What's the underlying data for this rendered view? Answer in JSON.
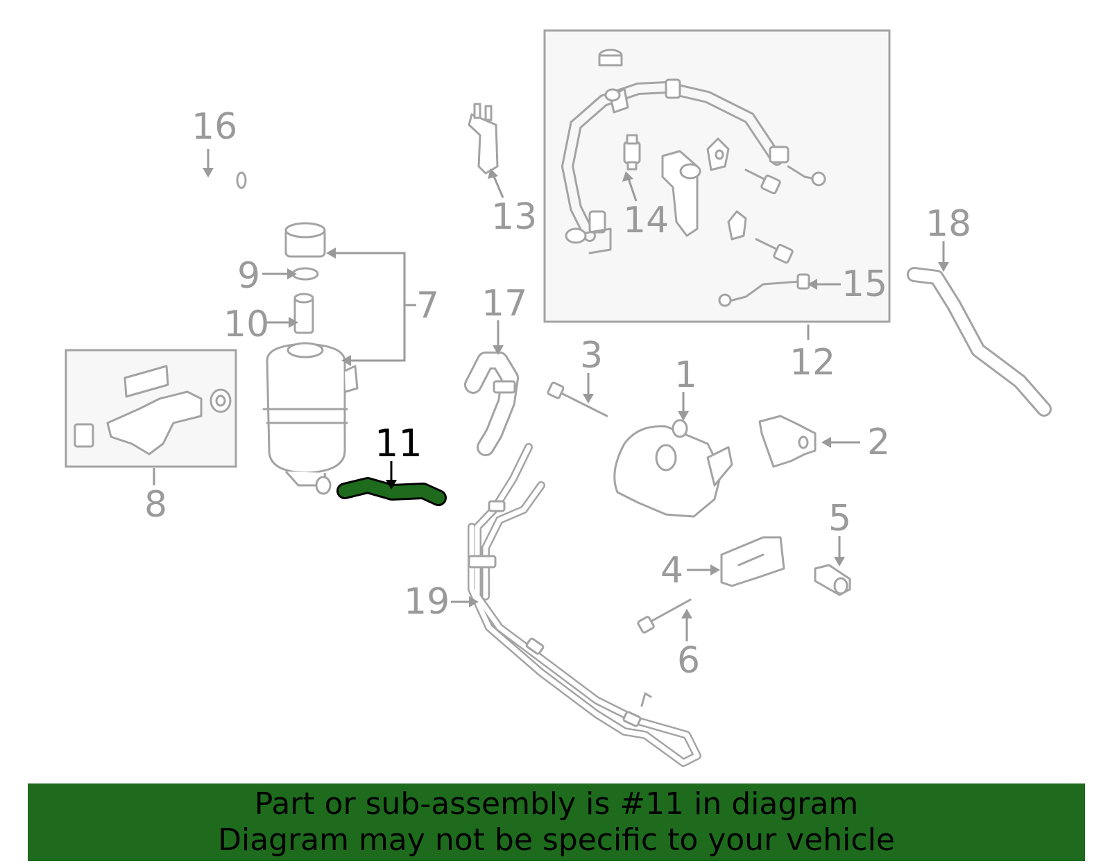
{
  "callouts": {
    "c1": "1",
    "c2": "2",
    "c3": "3",
    "c4": "4",
    "c5": "5",
    "c6": "6",
    "c7": "7",
    "c8": "8",
    "c9": "9",
    "c10": "10",
    "c11": "11",
    "c12": "12",
    "c13": "13",
    "c14": "14",
    "c15": "15",
    "c16": "16",
    "c17": "17",
    "c18": "18",
    "c19": "19"
  },
  "highlight": {
    "part_number": "11",
    "color": "#1e6b1e"
  },
  "banner": {
    "line1": "Part or sub-assembly is #11 in diagram",
    "line2": "Diagram may not be specific to your vehicle",
    "background": "#1e6b1e"
  },
  "colors": {
    "line_art": "#a3a3a3",
    "highlight_part": "#1e6b1e"
  }
}
